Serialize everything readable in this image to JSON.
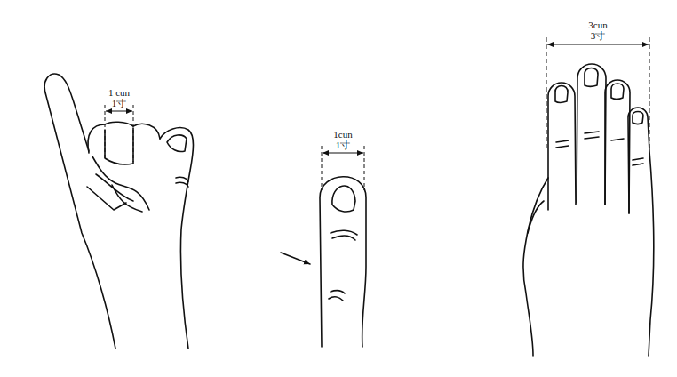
{
  "diagram": {
    "labels": [
      "1 cun",
      "1寸",
      "1cun",
      "1寸",
      "3cun",
      "3寸"
    ]
  }
}
